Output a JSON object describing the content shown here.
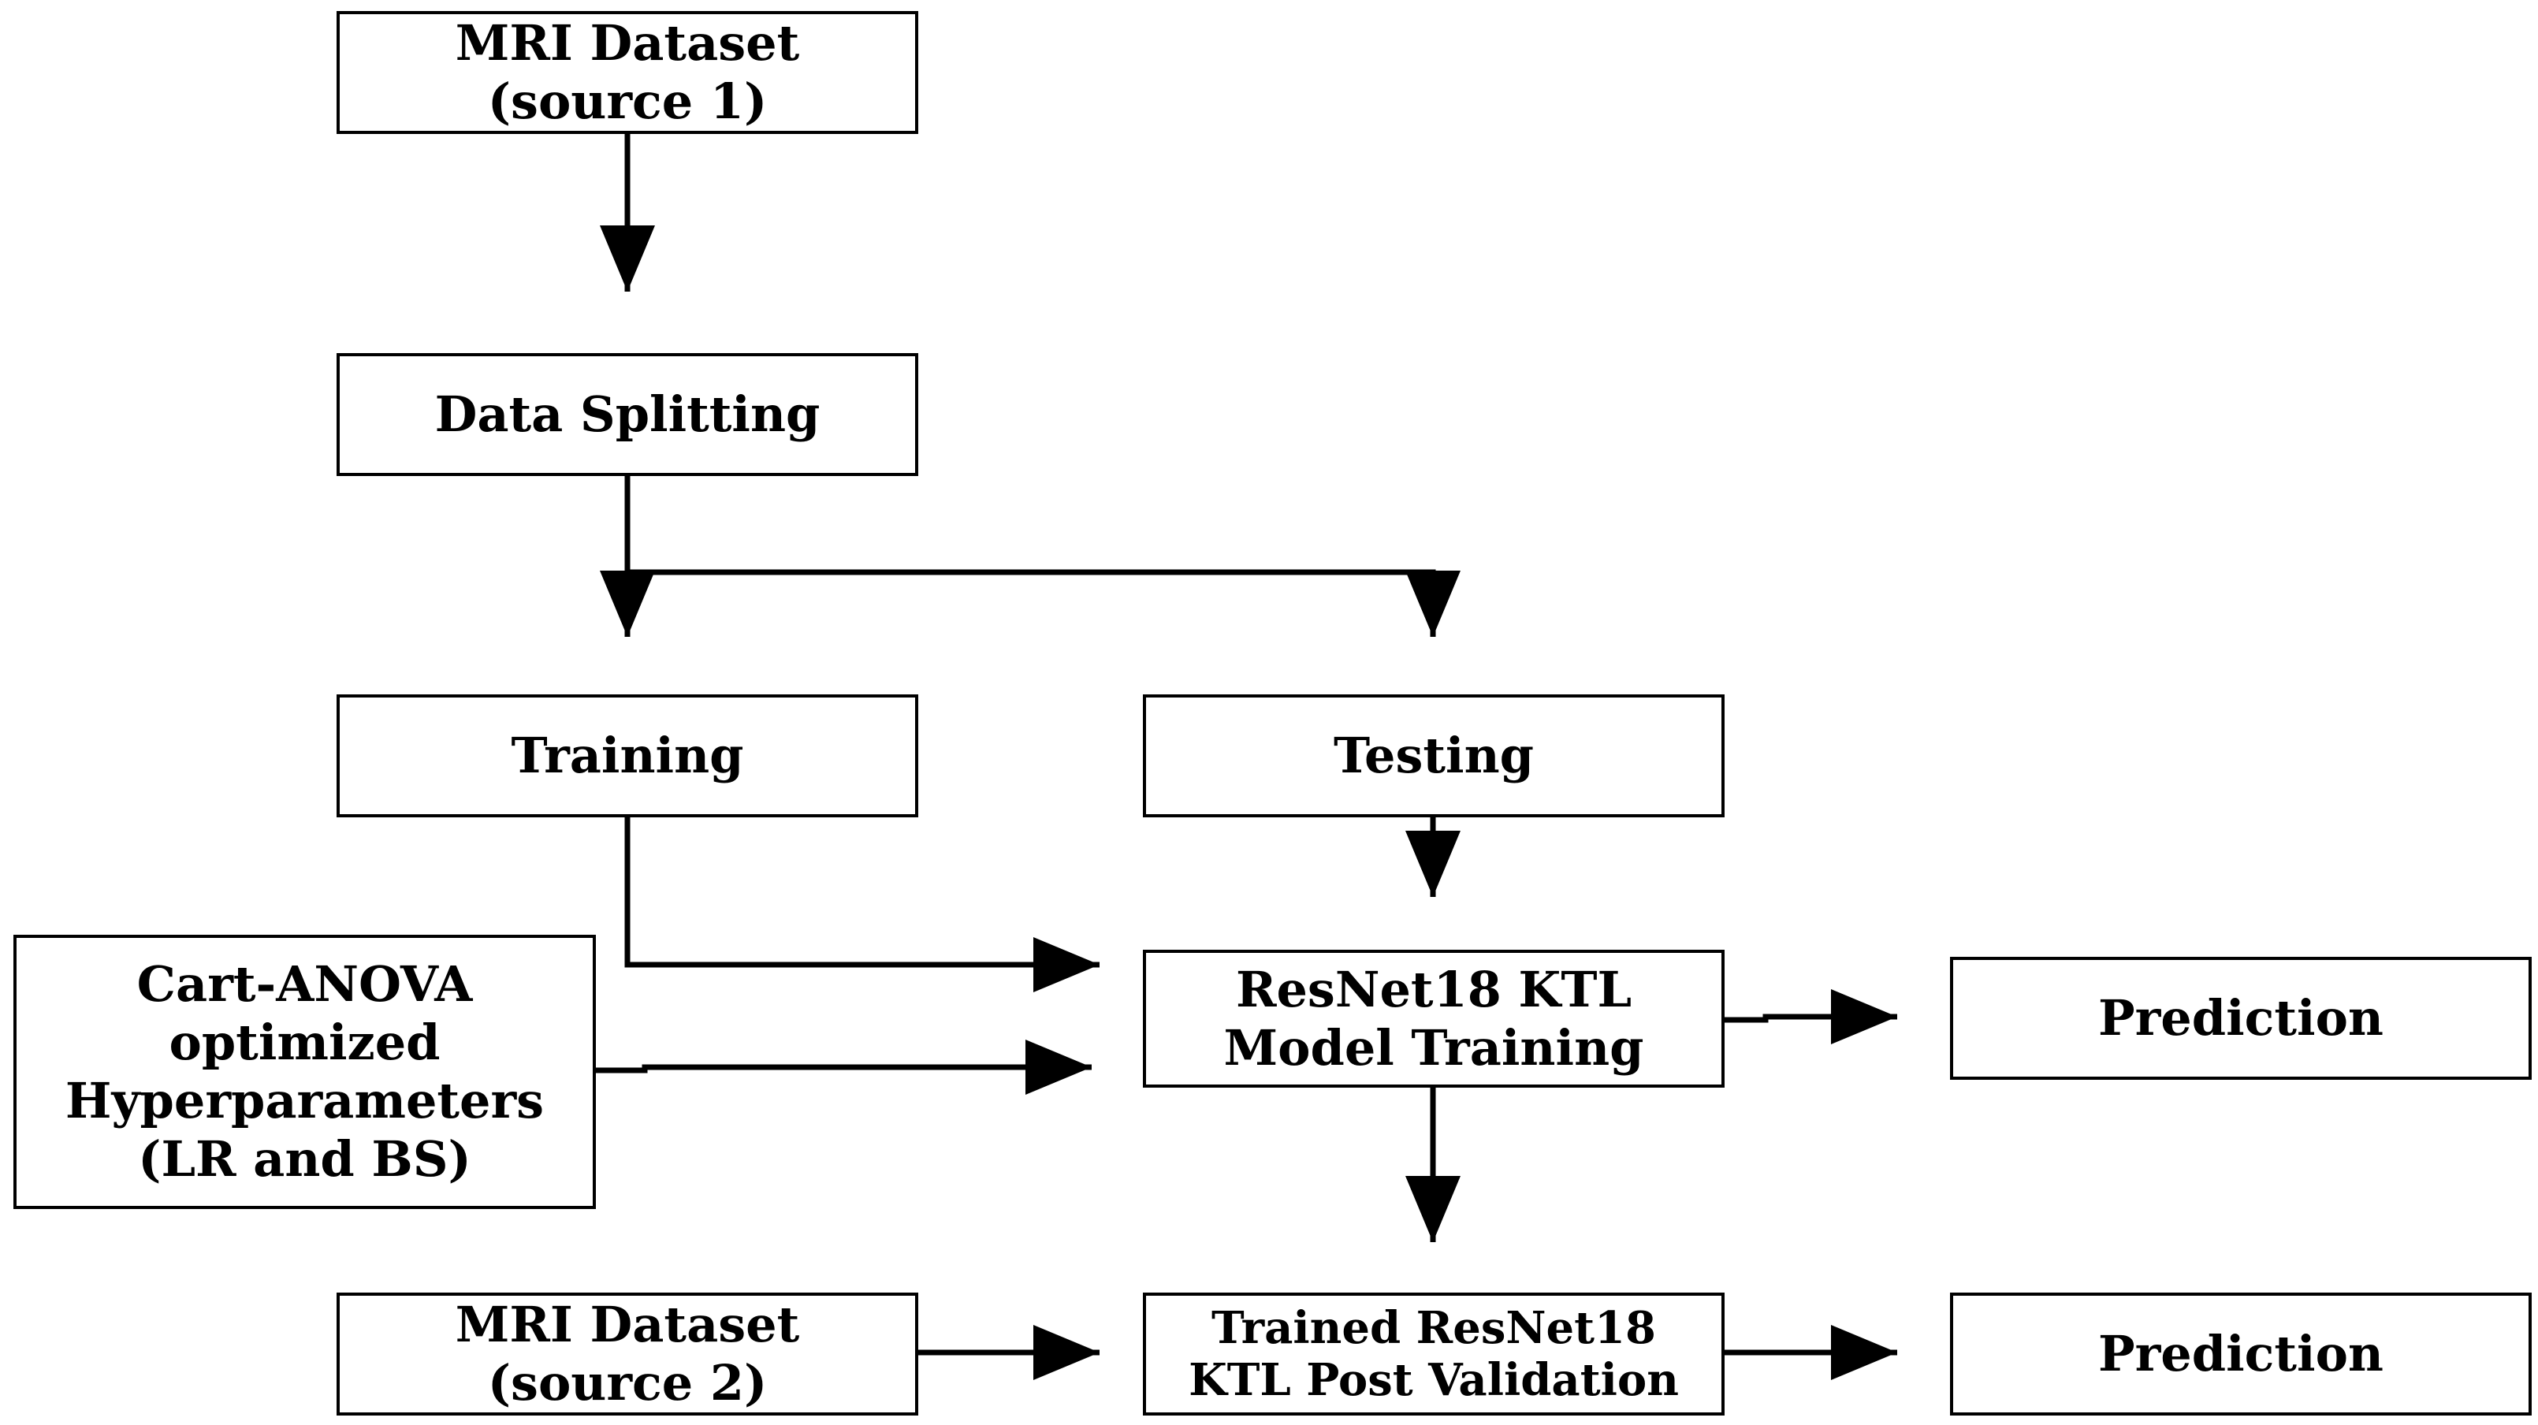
{
  "nodes": {
    "mri1": {
      "lines": [
        "MRI Dataset",
        "(source 1)"
      ]
    },
    "split": {
      "lines": [
        "Data Splitting"
      ]
    },
    "training": {
      "lines": [
        "Training"
      ]
    },
    "testing": {
      "lines": [
        "Testing"
      ]
    },
    "cart": {
      "lines": [
        "Cart-ANOVA",
        "optimized",
        "Hyperparameters",
        "(LR and BS)"
      ]
    },
    "resnet": {
      "lines": [
        "ResNet18 KTL",
        "Model Training"
      ]
    },
    "pred1": {
      "lines": [
        "Prediction"
      ]
    },
    "mri2": {
      "lines": [
        "MRI Dataset",
        "(source 2)"
      ]
    },
    "trained": {
      "lines": [
        "Trained ResNet18",
        "KTL Post Validation"
      ]
    },
    "pred2": {
      "lines": [
        "Prediction"
      ]
    }
  },
  "edges": [
    {
      "from": "mri1",
      "to": "split"
    },
    {
      "from": "split",
      "to": "training"
    },
    {
      "from": "split",
      "to": "testing"
    },
    {
      "from": "training",
      "to": "resnet"
    },
    {
      "from": "testing",
      "to": "resnet"
    },
    {
      "from": "cart",
      "to": "resnet"
    },
    {
      "from": "resnet",
      "to": "pred1"
    },
    {
      "from": "resnet",
      "to": "trained"
    },
    {
      "from": "mri2",
      "to": "trained"
    },
    {
      "from": "trained",
      "to": "pred2"
    }
  ],
  "colors": {
    "stroke": "#000000",
    "background": "#ffffff"
  }
}
